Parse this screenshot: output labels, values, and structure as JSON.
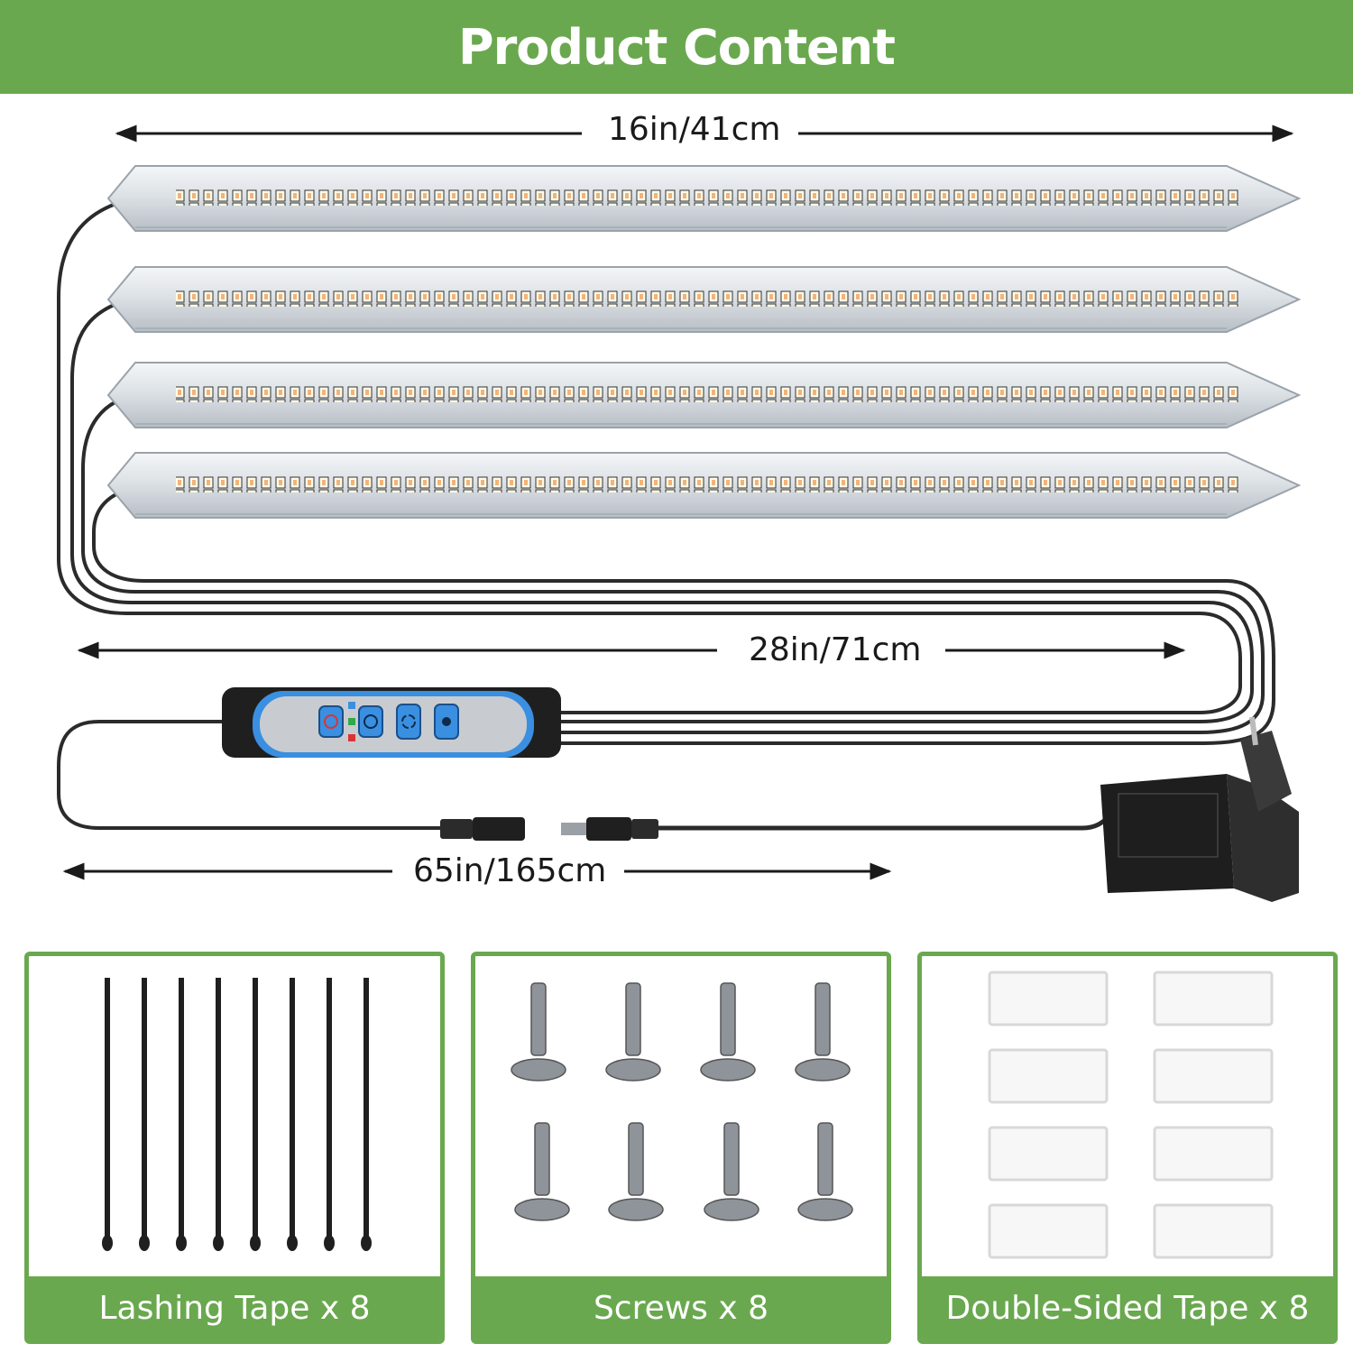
{
  "header": {
    "title": "Product Content"
  },
  "dimensions": {
    "bar_length": "16in/41cm",
    "cable_length": "28in/71cm",
    "power_cable_length": "65in/165cm"
  },
  "light_bars": {
    "count": 4
  },
  "controller": {
    "buttons": [
      "power-icon",
      "timer-icon",
      "mode-icon",
      "brightness-icon"
    ]
  },
  "accessories": [
    {
      "label": "Lashing Tape x 8",
      "count": 8
    },
    {
      "label": "Screws x 8",
      "count": 8
    },
    {
      "label": "Double-Sided Tape x 8",
      "count": 8
    }
  ],
  "colors": {
    "accent": "#6aa84f",
    "cable": "#2b2b2b",
    "controller_blue": "#3a8fe0"
  }
}
